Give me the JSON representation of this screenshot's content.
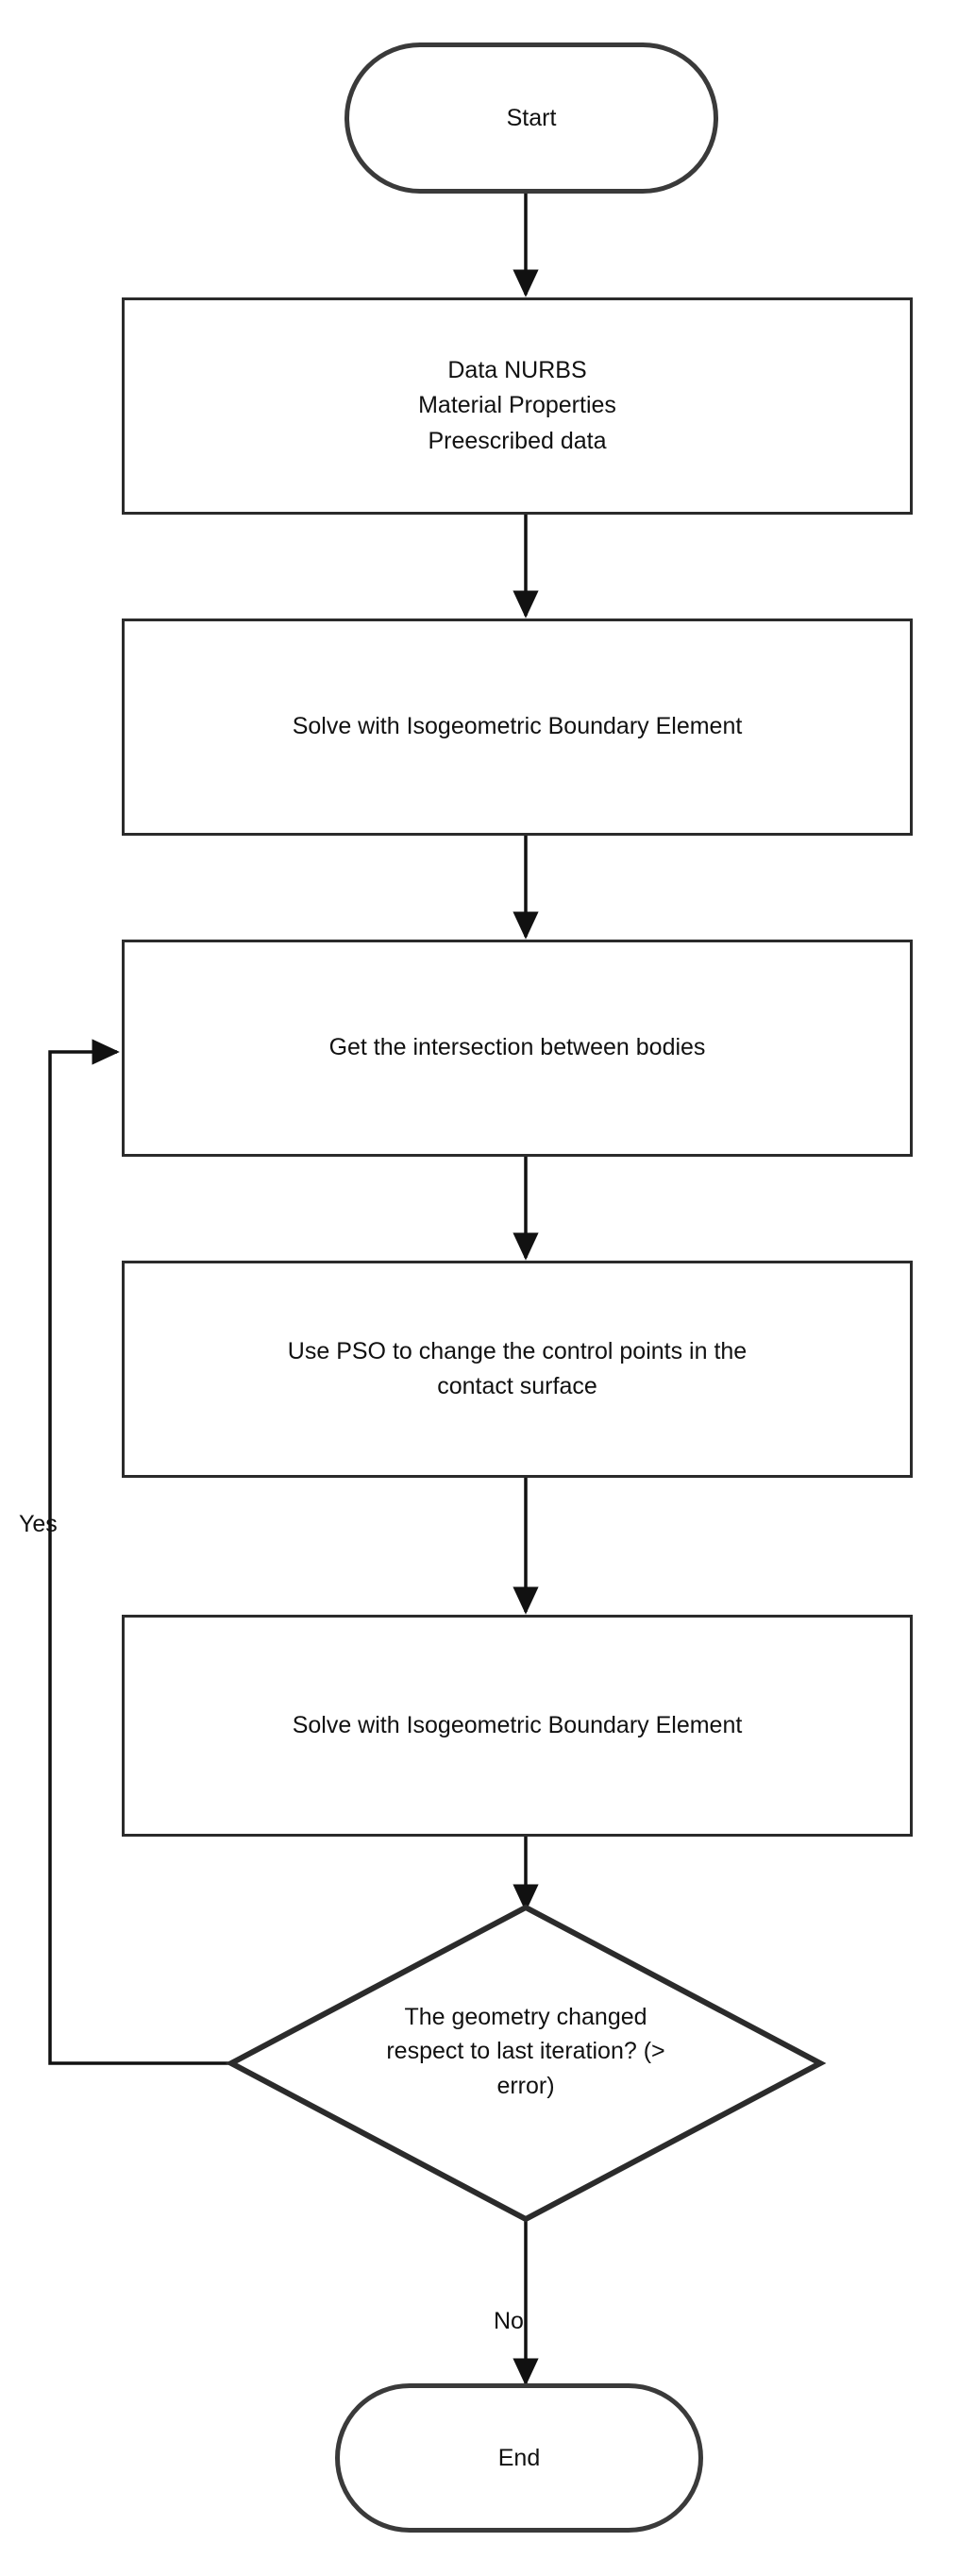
{
  "diagram": {
    "title": "Isogeometric Boundary Element contact flowchart",
    "type": "flowchart",
    "background_color": "#ffffff",
    "stroke_color": "#2b2b2b",
    "terminal_stroke_color": "#3a3a3a",
    "text_color": "#111111"
  },
  "nodes": {
    "start": {
      "label": "Start",
      "shape": "terminal"
    },
    "input_data": {
      "shape": "process",
      "lines": [
        "Data NURBS",
        "Material Properties",
        "Preescribed data"
      ]
    },
    "solve_first": {
      "shape": "process",
      "lines": [
        "Solve with Isogeometric Boundary Element"
      ]
    },
    "intersection": {
      "shape": "process",
      "lines": [
        "Get the intersection between bodies"
      ]
    },
    "pso": {
      "shape": "process",
      "lines": [
        "Use PSO to change  the control points in  the",
        "contact surface"
      ]
    },
    "solve_second": {
      "shape": "process",
      "lines": [
        "Solve with Isogeometric Boundary Element"
      ]
    },
    "decision": {
      "shape": "diamond",
      "lines": [
        "The geometry changed",
        "respect to last iteration? (>",
        "error)"
      ]
    },
    "end": {
      "label": "End",
      "shape": "terminal"
    }
  },
  "edge_labels": {
    "yes": "Yes",
    "no": "No"
  }
}
